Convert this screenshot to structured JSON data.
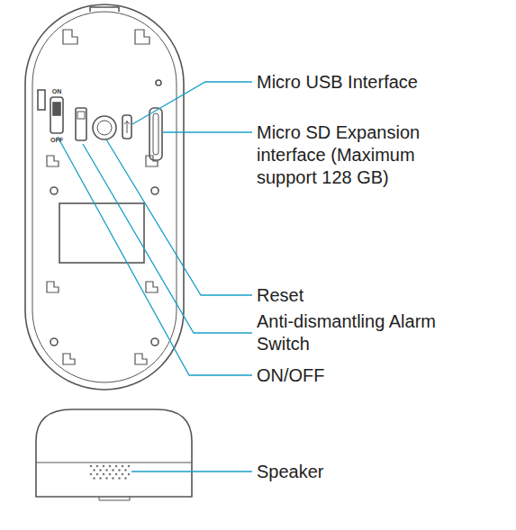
{
  "diagram": {
    "labels": [
      "Micro USB Interface",
      "Micro SD Expansion interface (Maximum support 128 GB)",
      "Reset",
      "Anti-dismantling Alarm Switch",
      "ON/OFF",
      "Speaker",
      "ON",
      "OFF"
    ]
  }
}
